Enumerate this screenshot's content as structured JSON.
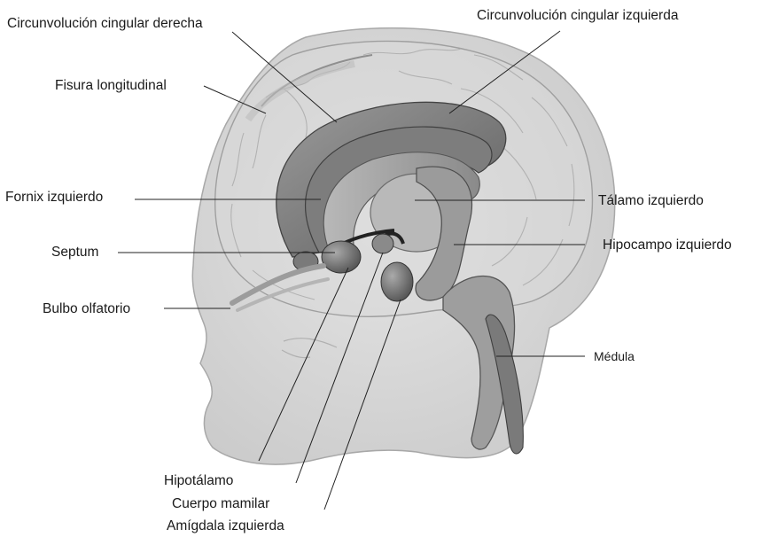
{
  "labels": {
    "cingular_derecha": "Circunvolución cingular derecha",
    "cingular_izquierda": "Circunvolución cingular izquierda",
    "fisura_longitudinal": "Fisura longitudinal",
    "fornix_izquierdo": "Fornix izquierdo",
    "talamo_izquierdo": "Tálamo izquierdo",
    "septum": "Septum",
    "hipocampo_izquierdo": "Hipocampo izquierdo",
    "bulbo_olfatorio": "Bulbo olfatorio",
    "medula": "Médula",
    "hipotalamo": "Hipotálamo",
    "cuerpo_mamilar": "Cuerpo mamilar",
    "amigdala_izquierda": "Amígdala izquierda"
  }
}
